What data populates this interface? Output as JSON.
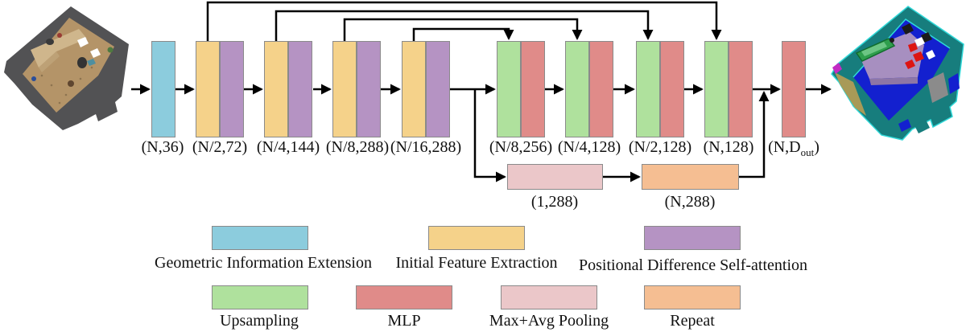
{
  "palette": {
    "geometric_information_extension": "#8cccdd",
    "initial_feature_extraction": "#f5d28a",
    "positional_difference_self_attention": "#b593c3",
    "upsampling": "#afe19d",
    "mlp": "#e08b89",
    "max_avg_pooling": "#ebc7c9",
    "repeat": "#f5be92",
    "arrow_line": "#000000",
    "block_border": "#8a8a8a"
  },
  "diagram": {
    "stage_labels": [
      "(N,36)",
      "(N/2,72)",
      "(N/4,144)",
      "(N/8,288)",
      "(N/16,288)",
      "(N/8,256)",
      "(N/4,128)",
      "(N/2,128)",
      "(N,128)"
    ],
    "output_label": {
      "pre": "(N,D",
      "sub": "out",
      "post": ")"
    },
    "branch_labels": [
      "(1,288)",
      "(N,288)"
    ]
  },
  "legend": {
    "row1": [
      {
        "label": "Geometric Information Extension",
        "color": "#8cccdd"
      },
      {
        "label": "Initial Feature Extraction",
        "color": "#f5d28a"
      },
      {
        "label": "Positional Difference Self-attention",
        "color": "#b593c3"
      }
    ],
    "row2": [
      {
        "label": "Upsampling",
        "color": "#afe19d"
      },
      {
        "label": "MLP",
        "color": "#e08b89"
      },
      {
        "label": "Max+Avg Pooling",
        "color": "#ebc7c9"
      },
      {
        "label": "Repeat",
        "color": "#f5be92"
      }
    ]
  }
}
